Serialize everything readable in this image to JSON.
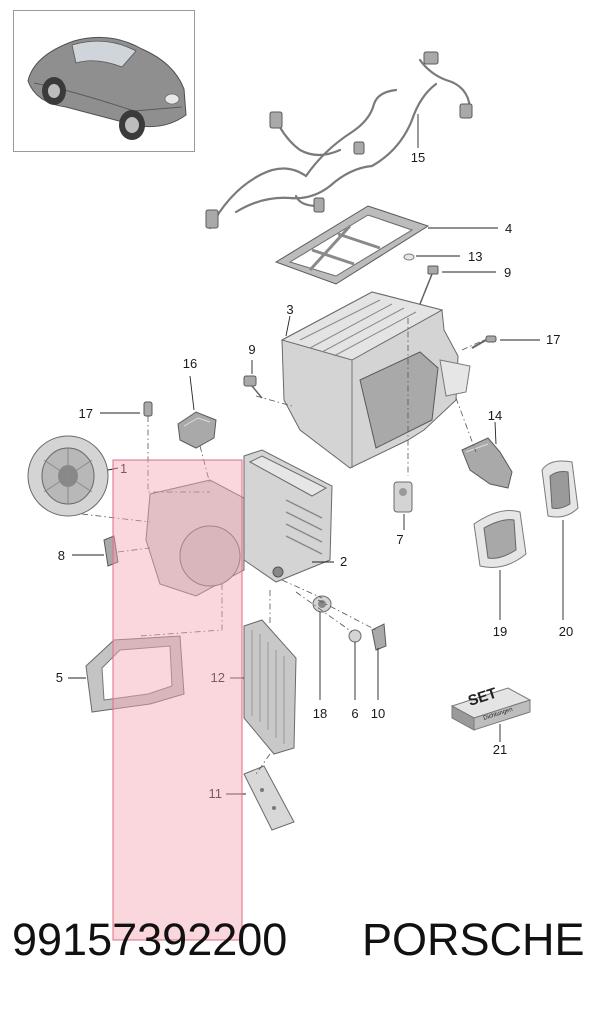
{
  "footer": {
    "part_number": "99157392200",
    "brand": "PORSCHE"
  },
  "kit_box": {
    "big_label": "SET",
    "small_label": "Dichtungen"
  },
  "highlight": {
    "color": "#f4a6b2",
    "opacity": 0.45
  },
  "callouts": {
    "c1": "1",
    "c2": "2",
    "c3": "3",
    "c4": "4",
    "c5": "5",
    "c6": "6",
    "c7": "7",
    "c8": "8",
    "c9a": "9",
    "c9b": "9",
    "c10": "10",
    "c11": "11",
    "c12": "12",
    "c13": "13",
    "c14": "14",
    "c15": "15",
    "c16": "16",
    "c17a": "17",
    "c17b": "17",
    "c18": "18",
    "c19": "19",
    "c20": "20",
    "c21": "21"
  }
}
